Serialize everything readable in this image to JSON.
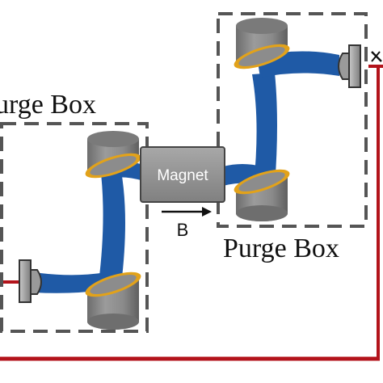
{
  "labels": {
    "purge_box_left": "urge Box",
    "purge_box_right": "Purge Box",
    "magnet": "Magnet",
    "field": "B"
  },
  "colors": {
    "beam_blue": "#1f5aa6",
    "laser_red": "#b3131b",
    "mirror_gold": "#e2a21a",
    "box_dash": "#555555",
    "magnet_fill": "#8f8f8f"
  },
  "icons": {
    "mirror": "mirror-mount-icon",
    "detector": "detector-icon",
    "arrow": "arrow-right-icon"
  }
}
